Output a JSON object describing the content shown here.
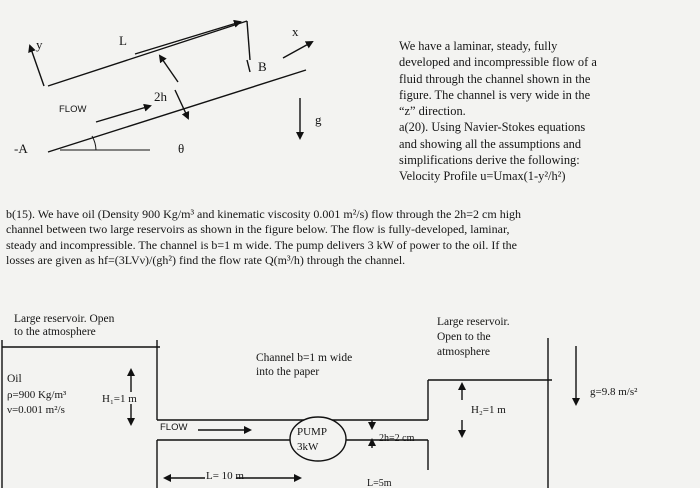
{
  "top_figure": {
    "y_axis": "y",
    "x_axis": "x",
    "length_label": "L",
    "point_b": "B",
    "height_label": "2h",
    "flow_label": "FLOW",
    "gravity_label": "g",
    "point_a": "-A",
    "angle_label": "θ"
  },
  "problem_a": {
    "lines": [
      "We have a laminar, steady, fully",
      "developed and incompressible flow of a",
      "fluid through the channel shown in the",
      "figure. The channel is very wide in the",
      "“z” direction.",
      "a(20). Using Navier-Stokes equations",
      "and showing all the assumptions and",
      "simplifications derive the following:",
      "Velocity Profile u=Umax(1-y²/h²)"
    ]
  },
  "problem_b": {
    "lines": [
      "b(15). We have oil (Density 900 Kg/m³ and kinematic viscosity 0.001 m²/s) flow through the 2h=2 cm high",
      "channel between two large reservoirs as shown in the figure below. The flow is fully-developed, laminar,",
      "steady and incompressible. The channel is b=1 m wide. The pump delivers 3 kW of power to the oil. If the",
      "losses are given as hf=(3LVν)/(gh²) find the flow rate Q(m³/h) through the channel."
    ]
  },
  "bottom_figure": {
    "left_reservoir": [
      "Large reservoir. Open",
      "to the atmosphere"
    ],
    "right_reservoir": [
      "Large reservoir.",
      "Open to the",
      "atmosphere"
    ],
    "channel_note": [
      "Channel b=1 m wide",
      "into the paper"
    ],
    "oil_props": [
      "Oil",
      "ρ=900 Kg/m³",
      "ν=0.001 m²/s"
    ],
    "h1": "H₁=1 m",
    "h2": "H₂=1 m",
    "flow_label": "FLOW",
    "pump": [
      "PUMP",
      "3kW"
    ],
    "channel_height": "2h=2 cm",
    "gravity": "g=9.8 m/s²",
    "length": "L= 10 m",
    "partial_label": "L=5m"
  }
}
